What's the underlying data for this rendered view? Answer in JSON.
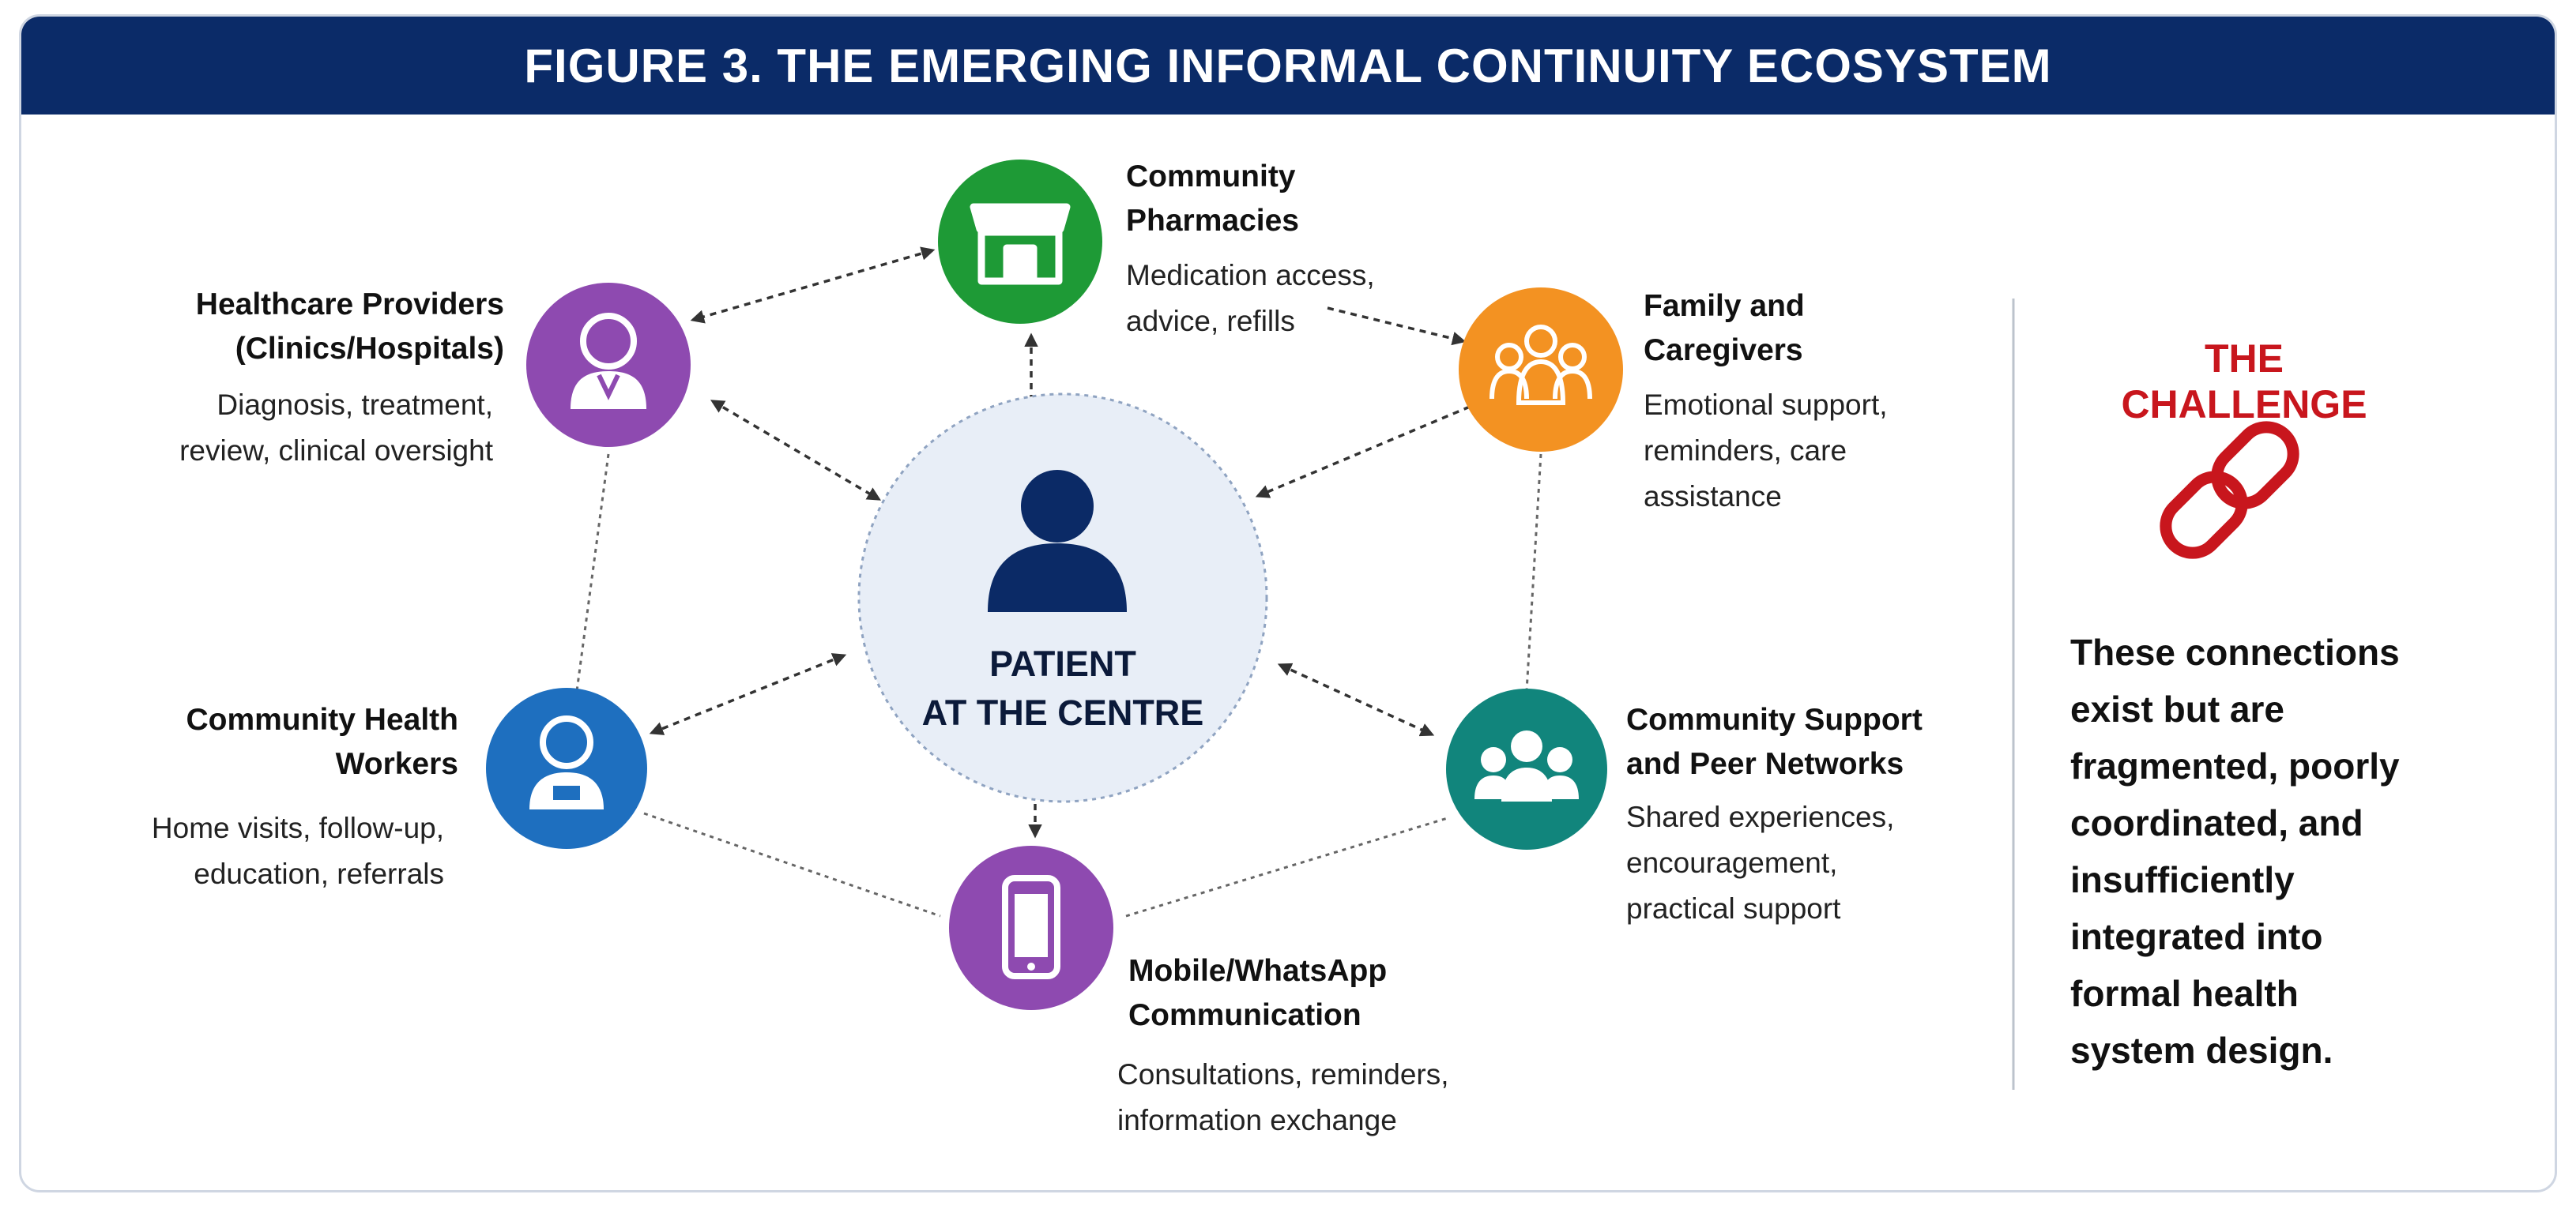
{
  "figure": {
    "title": "FIGURE 3. THE EMERGING INFORMAL CONTINUITY ECOSYSTEM"
  },
  "center": {
    "line1": "PATIENT",
    "line2": "AT THE CENTRE",
    "icon": "person-icon"
  },
  "nodes": {
    "pharmacies": {
      "title": [
        "Community",
        "Pharmacies"
      ],
      "desc": [
        "Medication access,",
        "advice, refills"
      ],
      "icon": "storefront-icon",
      "color": "#1e9a36"
    },
    "providers": {
      "title": [
        "Healthcare Providers",
        "(Clinics/Hospitals)"
      ],
      "desc": [
        "Diagnosis, treatment,",
        "review, clinical oversight"
      ],
      "icon": "doctor-icon",
      "color": "#8e4ab0"
    },
    "family": {
      "title": [
        "Family and",
        "Caregivers"
      ],
      "desc": [
        "Emotional support,",
        "reminders, care",
        "assistance"
      ],
      "icon": "group-icon",
      "color": "#f39222"
    },
    "chw": {
      "title": [
        "Community Health",
        "Workers"
      ],
      "desc": [
        "Home visits, follow-up,",
        "education, referrals"
      ],
      "icon": "health-worker-icon",
      "color": "#1e6fbf"
    },
    "support": {
      "title": [
        "Community Support",
        "and Peer Networks"
      ],
      "desc": [
        "Shared experiences,",
        "encouragement,",
        "practical support"
      ],
      "icon": "people-icon",
      "color": "#11857c"
    },
    "mobile": {
      "title": [
        "Mobile/WhatsApp",
        "Communication"
      ],
      "desc": [
        "Consultations, reminders,",
        "information exchange"
      ],
      "icon": "smartphone-icon",
      "color": "#8e4ab0"
    }
  },
  "challenge": {
    "title": "THE CHALLENGE",
    "icon": "broken-chain-icon",
    "color": "#c8161d",
    "text": [
      "These connections",
      "exist but are",
      "fragmented, poorly",
      "coordinated, and",
      "insufficiently",
      "integrated into",
      "formal health",
      "system design."
    ]
  }
}
